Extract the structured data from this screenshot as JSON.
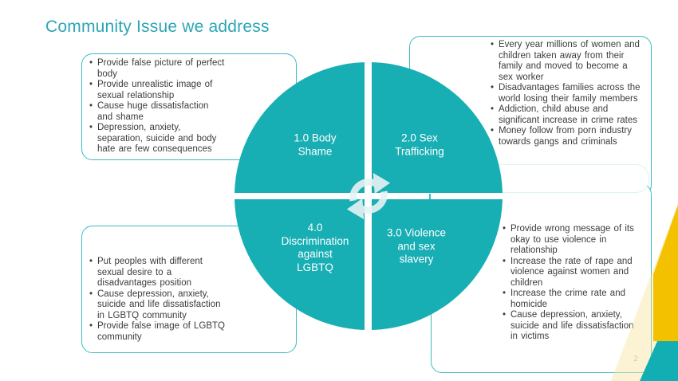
{
  "slide": {
    "title": "Community Issue we address",
    "page_number": "2"
  },
  "colors": {
    "quadrant_teal": "#17AEB4",
    "box_border_teal": "#3DBCC3",
    "title_teal": "#2BA6B4",
    "decoration_yellow": "#F3C100",
    "decoration_cream": "#F6E4A0",
    "body_text": "#3C3C3C"
  },
  "diagram": {
    "center_icon": "cycle-arrows",
    "quadrants": [
      {
        "label": "1.0 Body\nShame"
      },
      {
        "label": "2.0 Sex\nTrafficking"
      },
      {
        "label": "3.0 Violence\nand sex\nslavery"
      },
      {
        "label": "4.0\nDiscrimination\nagainst\nLGBTQ"
      }
    ]
  },
  "boxes": {
    "body_shame": {
      "bullets": [
        "Provide false picture of perfect\nbody",
        "Provide unrealistic image of\nsexual relationship",
        "Cause huge dissatisfaction\nand shame",
        "Depression, anxiety,\nseparation, suicide and body\nhate are few consequences"
      ]
    },
    "sex_trafficking": {
      "bullets": [
        "Every year millions of women and\nchildren taken away from their\nfamily and moved to become a\nsex worker",
        "Disadvantages families across the\nworld losing their family members",
        "Addiction, child abuse and\nsignificant increase in crime rates",
        "Money follow from porn industry\ntowards gangs and criminals"
      ]
    },
    "violence_slavery": {
      "bullets": [
        "Provide wrong message of its\nokay to use violence in\nrelationship",
        "Increase the rate of rape and\nviolence against women and\nchildren",
        "Increase the crime rate and\nhomicide",
        "Cause depression, anxiety,\nsuicide and life dissatisfaction\nin victims"
      ]
    },
    "lgbtq_discrimination": {
      "bullets": [
        "Put peoples with different\nsexual desire to a\ndisadvantages position",
        "Cause depression, anxiety,\nsuicide and life dissatisfaction\nin LGBTQ community",
        "Provide false image of LGBTQ\ncommunity"
      ]
    }
  }
}
